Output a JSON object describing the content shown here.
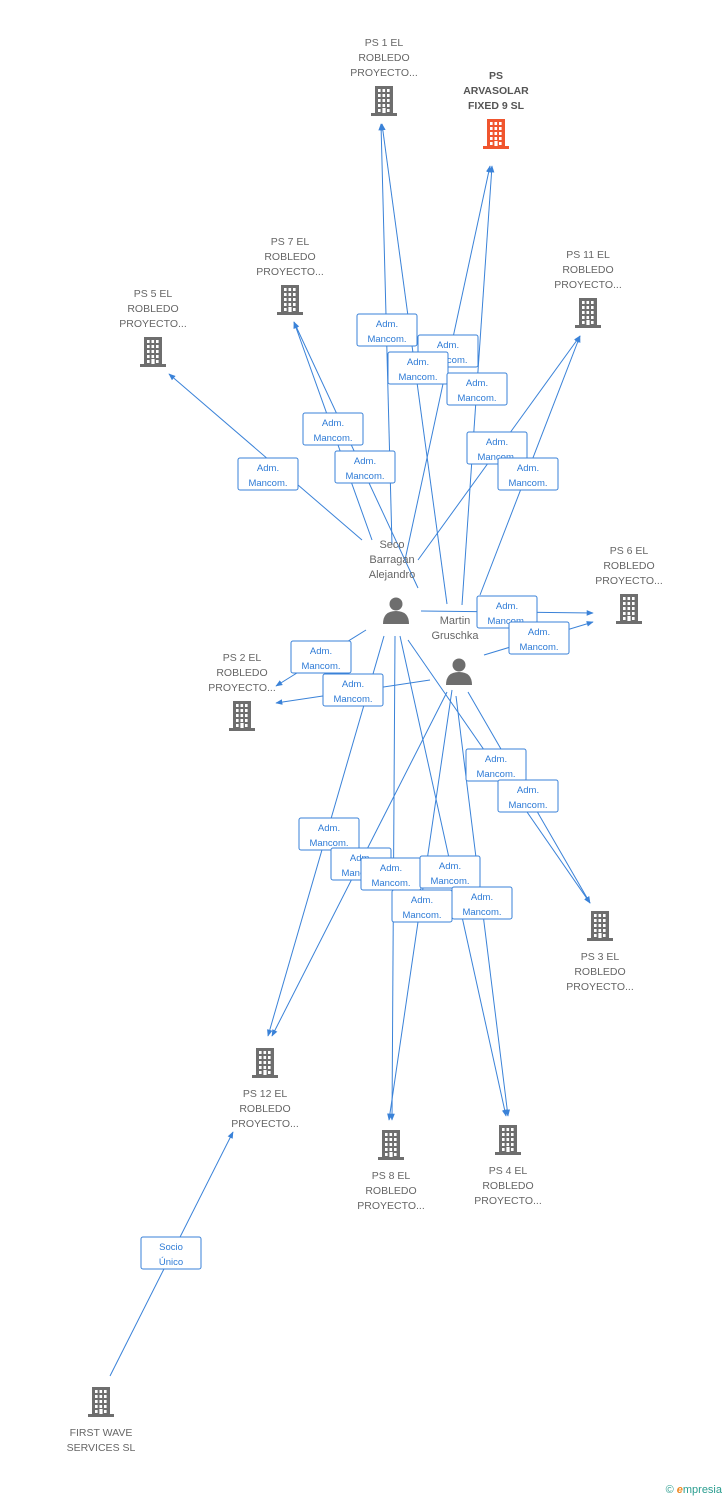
{
  "colors": {
    "edge": "#3a82d8",
    "company": "#6e6e6e",
    "company_focus": "#f0552e",
    "person": "#6e6e6e",
    "label_border": "#3a82d8",
    "label_text": "#2e7bd6"
  },
  "companies": [
    {
      "id": "ps1",
      "label": [
        "PS 1 EL",
        "ROBLEDO",
        "PROYECTO..."
      ]
    },
    {
      "id": "arvasolar",
      "label": [
        "PS",
        "ARVASOLAR",
        "FIXED 9 SL"
      ],
      "focus": true
    },
    {
      "id": "ps7",
      "label": [
        "PS 7 EL",
        "ROBLEDO",
        "PROYECTO..."
      ]
    },
    {
      "id": "ps11",
      "label": [
        "PS 11 EL",
        "ROBLEDO",
        "PROYECTO..."
      ]
    },
    {
      "id": "ps5",
      "label": [
        "PS 5 EL",
        "ROBLEDO",
        "PROYECTO..."
      ]
    },
    {
      "id": "ps6",
      "label": [
        "PS 6 EL",
        "ROBLEDO",
        "PROYECTO..."
      ]
    },
    {
      "id": "ps2",
      "label": [
        "PS 2 EL",
        "ROBLEDO",
        "PROYECTO..."
      ]
    },
    {
      "id": "ps3",
      "label": [
        "PS 3 EL",
        "ROBLEDO",
        "PROYECTO..."
      ]
    },
    {
      "id": "ps12",
      "label": [
        "PS 12 EL",
        "ROBLEDO",
        "PROYECTO..."
      ]
    },
    {
      "id": "ps8",
      "label": [
        "PS 8 EL",
        "ROBLEDO",
        "PROYECTO..."
      ]
    },
    {
      "id": "ps4",
      "label": [
        "PS 4 EL",
        "ROBLEDO",
        "PROYECTO..."
      ]
    },
    {
      "id": "firstwave",
      "label": [
        "FIRST WAVE",
        "SERVICES SL"
      ]
    }
  ],
  "persons": [
    {
      "id": "seco",
      "label": [
        "Seco",
        "Barragan",
        "Alejandro"
      ]
    },
    {
      "id": "martin",
      "label": [
        "Martin",
        "Gruschka"
      ]
    }
  ],
  "edges": [
    {
      "from": "seco",
      "to": "ps1",
      "label": [
        "Adm.",
        "Mancom."
      ]
    },
    {
      "from": "martin",
      "to": "ps1",
      "label": [
        "Adm.",
        "Mancom."
      ]
    },
    {
      "from": "seco",
      "to": "arvasolar",
      "label": [
        "Adm.",
        "Mancom."
      ]
    },
    {
      "from": "martin",
      "to": "arvasolar",
      "label": [
        "Adm.",
        "Mancom."
      ]
    },
    {
      "from": "seco",
      "to": "ps7",
      "label": [
        "Adm.",
        "Mancom."
      ]
    },
    {
      "from": "martin",
      "to": "ps7",
      "label": [
        "Adm.",
        "Mancom."
      ]
    },
    {
      "from": "seco",
      "to": "ps11",
      "label": [
        "Adm.",
        "Mancom."
      ]
    },
    {
      "from": "martin",
      "to": "ps11",
      "label": [
        "Adm.",
        "Mancom."
      ]
    },
    {
      "from": "seco",
      "to": "ps5",
      "label": [
        "Adm.",
        "Mancom."
      ]
    },
    {
      "from": "seco",
      "to": "ps6",
      "label": [
        "Adm.",
        "Mancom."
      ]
    },
    {
      "from": "martin",
      "to": "ps6",
      "label": [
        "Adm.",
        "Mancom."
      ]
    },
    {
      "from": "seco",
      "to": "ps2",
      "label": [
        "Adm.",
        "Mancom."
      ]
    },
    {
      "from": "martin",
      "to": "ps2",
      "label": [
        "Adm.",
        "Mancom."
      ]
    },
    {
      "from": "seco",
      "to": "ps3",
      "label": [
        "Adm.",
        "Mancom."
      ]
    },
    {
      "from": "martin",
      "to": "ps3",
      "label": [
        "Adm.",
        "Mancom."
      ]
    },
    {
      "from": "seco",
      "to": "ps12",
      "label": [
        "Adm.",
        "Mancom."
      ]
    },
    {
      "from": "martin",
      "to": "ps12",
      "label": [
        "Adm.",
        "Mancom."
      ]
    },
    {
      "from": "seco",
      "to": "ps8",
      "label": [
        "Adm.",
        "Mancom."
      ]
    },
    {
      "from": "martin",
      "to": "ps8",
      "label": [
        "Adm.",
        "Mancom."
      ]
    },
    {
      "from": "seco",
      "to": "ps4",
      "label": [
        "Adm.",
        "Mancom."
      ]
    },
    {
      "from": "martin",
      "to": "ps4",
      "label": [
        "Adm.",
        "Mancom."
      ]
    },
    {
      "from": "firstwave",
      "to": "ps12",
      "label": [
        "Socio",
        "Único"
      ]
    }
  ],
  "credit": {
    "symbol": "©",
    "brand_initial": "e",
    "brand_rest": "mpresia"
  }
}
